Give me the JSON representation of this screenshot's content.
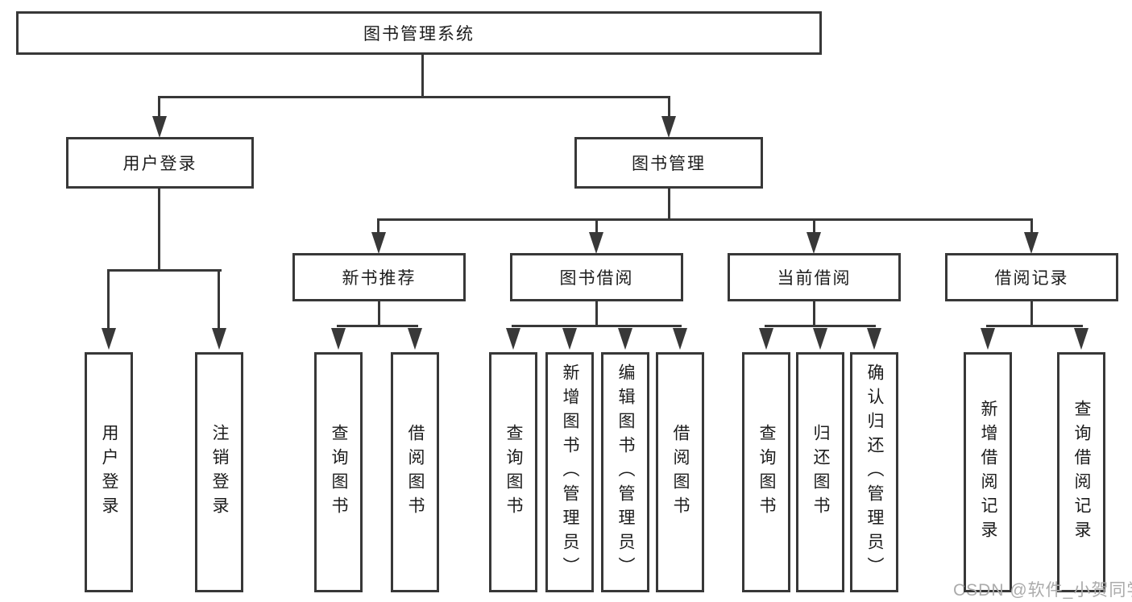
{
  "diagram": {
    "title": "图书管理系统",
    "root": {
      "label": "图书管理系统"
    },
    "login": {
      "label": "用户登录",
      "children": [
        {
          "label": "用户登录"
        },
        {
          "label": "注销登录"
        }
      ]
    },
    "management": {
      "label": "图书管理",
      "groups": [
        {
          "label": "新书推荐",
          "children": [
            {
              "label": "查询图书"
            },
            {
              "label": "借阅图书"
            }
          ]
        },
        {
          "label": "图书借阅",
          "children": [
            {
              "label": "查询图书"
            },
            {
              "label": "新增图书（管理员）"
            },
            {
              "label": "编辑图书（管理员）"
            },
            {
              "label": "借阅图书"
            }
          ]
        },
        {
          "label": "当前借阅",
          "children": [
            {
              "label": "查询图书"
            },
            {
              "label": "归还图书"
            },
            {
              "label": "确认归还（管理员）"
            }
          ]
        },
        {
          "label": "借阅记录",
          "children": [
            {
              "label": "新增借阅记录"
            },
            {
              "label": "查询借阅记录"
            }
          ]
        }
      ]
    },
    "colors": {
      "line": "#383838",
      "text": "#1c1c1c",
      "watermark": "#ababab"
    }
  },
  "watermark": {
    "text": "CSDN @软件_小贺同学"
  }
}
